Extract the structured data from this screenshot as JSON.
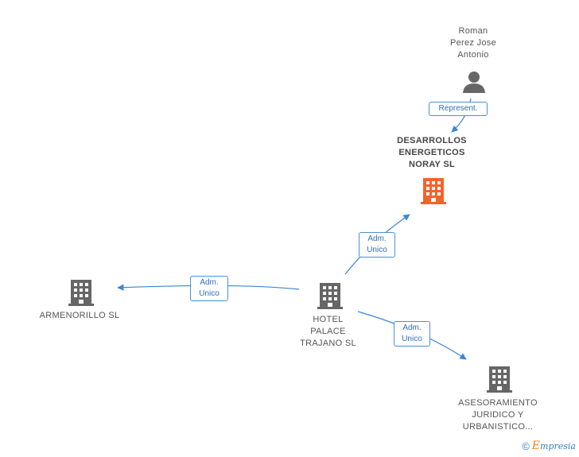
{
  "nodes": {
    "roman": {
      "label": "Roman\nPerez Jose\nAntonio",
      "icon": "person-icon"
    },
    "desarrollos": {
      "label": "DESARROLLOS\nENERGETICOS\nNORAY SL",
      "icon": "building-icon",
      "color": "#f2642b"
    },
    "hotel": {
      "label": "HOTEL\nPALACE\nTRAJANO  SL",
      "icon": "building-icon"
    },
    "armenorillo": {
      "label": "ARMENORILLO SL",
      "icon": "building-icon"
    },
    "asesoramiento": {
      "label": "ASESORAMIENTO\nJURIDICO Y\nURBANISTICO...",
      "icon": "building-icon"
    }
  },
  "edges": {
    "represent": "Represent.",
    "hotel_desarrollos": "Adm.\nUnico",
    "hotel_armenorillo": "Adm.\nUnico",
    "hotel_asesoramiento": "Adm.\nUnico"
  },
  "colors": {
    "edge": "#3a86d6",
    "building": "#666666",
    "highlight": "#f2642b"
  },
  "footer": {
    "copyright": "©",
    "brand_e": "E",
    "brand_rest": "mpresia"
  }
}
